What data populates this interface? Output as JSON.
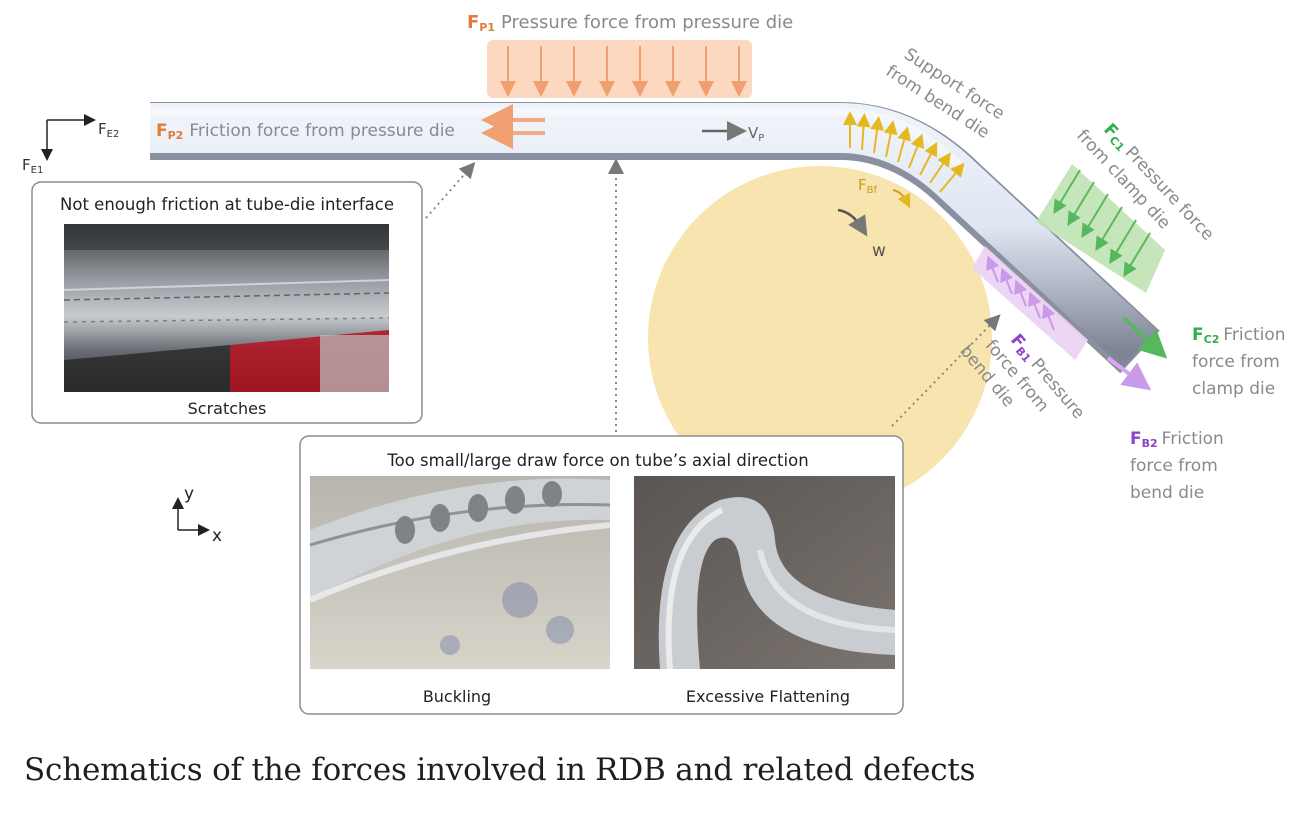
{
  "caption": "Schematics of the forces involved in RDB and related defects",
  "colors": {
    "pressure_die": "#e07b3a",
    "clamp_die": "#2fae4a",
    "bend_die": "#8e44c4",
    "support": "#e0b020",
    "gray_text": "#8a8a8a",
    "tube": "#dfe6f2",
    "bend_die_fill": "#f7dfa0"
  },
  "coordinate_system": {
    "x": "x",
    "y": "y"
  },
  "external_forces": {
    "fe1_main": "F",
    "fe1_sub": "E1",
    "fe2_main": "F",
    "fe2_sub": "E2"
  },
  "forces": {
    "fp1": {
      "main": "F",
      "sub": "P1",
      "text": "Pressure force from pressure die"
    },
    "fp2": {
      "main": "F",
      "sub": "P2",
      "text": "Friction force from pressure die"
    },
    "vp": {
      "main": "V",
      "sub": "P"
    },
    "support": {
      "line1": "Support force",
      "line2": "from bend die"
    },
    "fbf": {
      "main": "F",
      "sub": "Bf"
    },
    "w": "w",
    "fc1": {
      "main": "F",
      "sub": "C1",
      "line1": "Pressure force",
      "line2": "from clamp die"
    },
    "fc2": {
      "main": "F",
      "sub": "C2",
      "line1": "Friction",
      "line2": "force from",
      "line3": "clamp die"
    },
    "fb1": {
      "main": "F",
      "sub": "B1",
      "line1": "Pressure",
      "line2": "force from",
      "line3": "bend die"
    },
    "fb2": {
      "main": "F",
      "sub": "B2",
      "line1": "Friction",
      "line2": "force from",
      "line3": "bend die"
    }
  },
  "defects": {
    "friction_box": {
      "title": "Not enough friction at tube-die interface",
      "photo_label": "Scratches"
    },
    "draw_box": {
      "title": "Too small/large draw force on tube’s axial direction",
      "left_label": "Buckling",
      "right_label": "Excessive Flattening"
    }
  }
}
